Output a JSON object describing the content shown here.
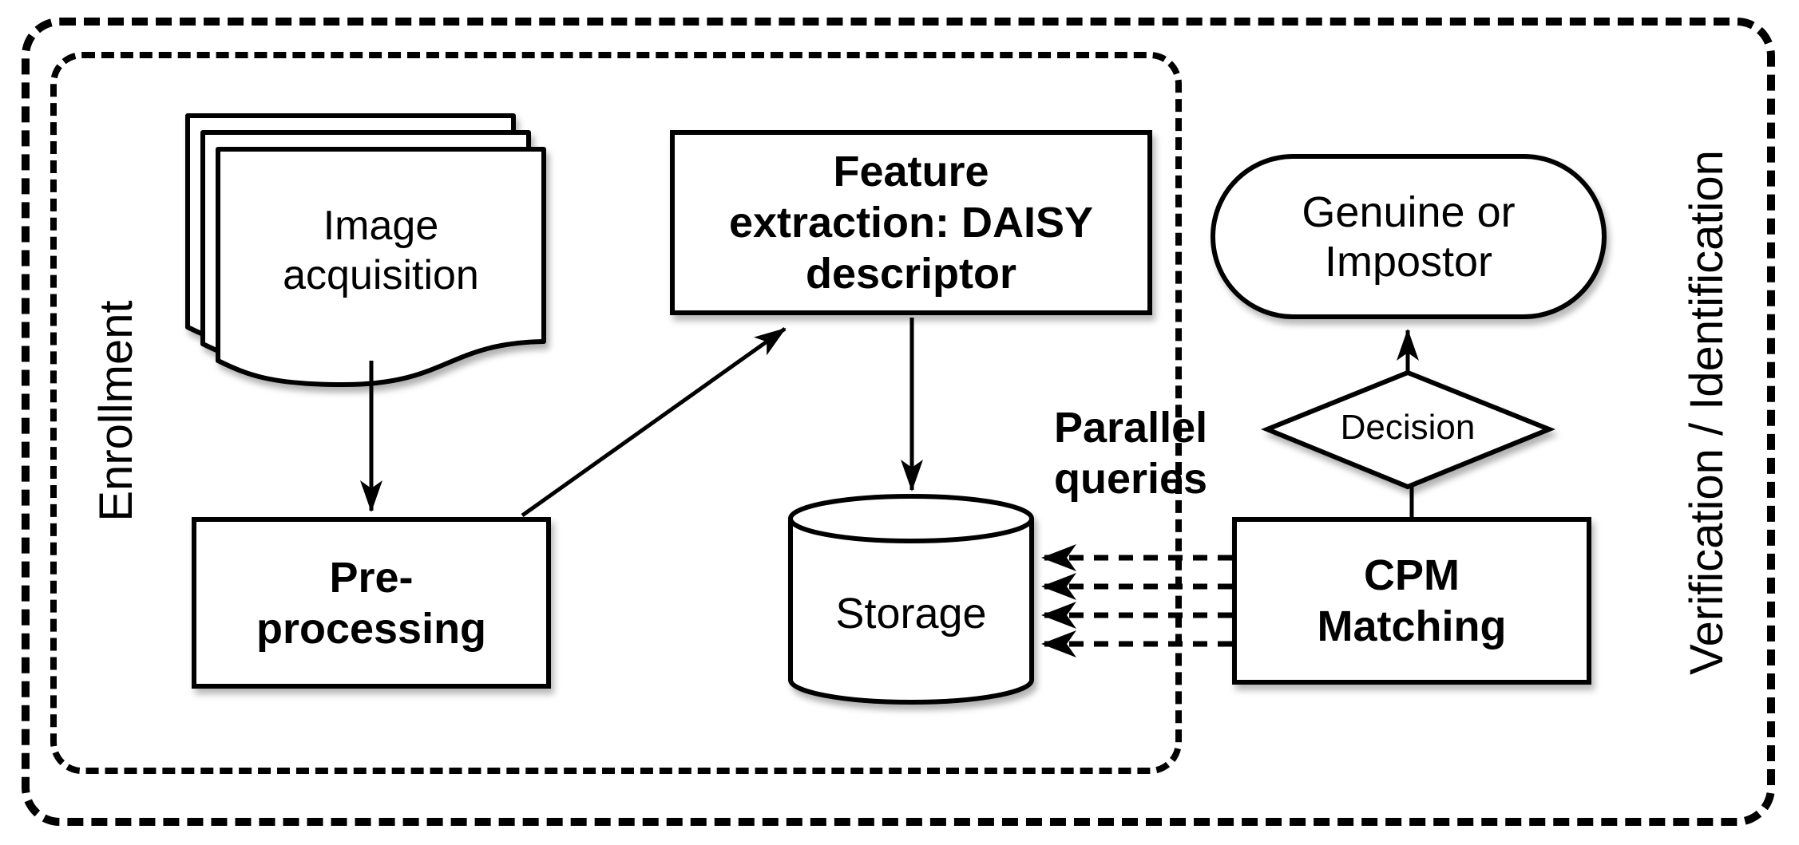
{
  "colors": {
    "ink": "#000000",
    "background": "#ffffff"
  },
  "groups": {
    "enrollment": {
      "label": "Enrollment"
    },
    "verification": {
      "label": "Verification / Identification"
    }
  },
  "nodes": {
    "image_acquisition": {
      "shape": "document-stack",
      "line1": "Image",
      "line2": "acquisition"
    },
    "pre_processing": {
      "shape": "process",
      "line1": "Pre-",
      "line2": "processing"
    },
    "feature_extraction": {
      "shape": "process",
      "line1": "Feature",
      "line2": "extraction: DAISY",
      "line3": "descriptor"
    },
    "storage": {
      "shape": "cylinder",
      "label": "Storage"
    },
    "cpm_matching": {
      "shape": "process",
      "line1": "CPM",
      "line2": "Matching"
    },
    "decision": {
      "shape": "diamond",
      "label": "Decision"
    },
    "result": {
      "shape": "terminator",
      "line1": "Genuine or",
      "line2": "Impostor"
    }
  },
  "annotations": {
    "parallel_queries": {
      "line1": "Parallel",
      "line2": "queries"
    }
  },
  "edges": [
    {
      "from": "image_acquisition",
      "to": "pre_processing",
      "style": "solid-arrow"
    },
    {
      "from": "pre_processing",
      "to": "feature_extraction",
      "style": "solid-arrow"
    },
    {
      "from": "feature_extraction",
      "to": "storage",
      "style": "solid-arrow"
    },
    {
      "from": "cpm_matching",
      "to": "storage",
      "style": "dashed-arrows-x4",
      "label": "Parallel queries"
    },
    {
      "from": "cpm_matching",
      "to": "decision",
      "style": "solid-line"
    },
    {
      "from": "decision",
      "to": "result",
      "style": "solid-arrow"
    }
  ]
}
